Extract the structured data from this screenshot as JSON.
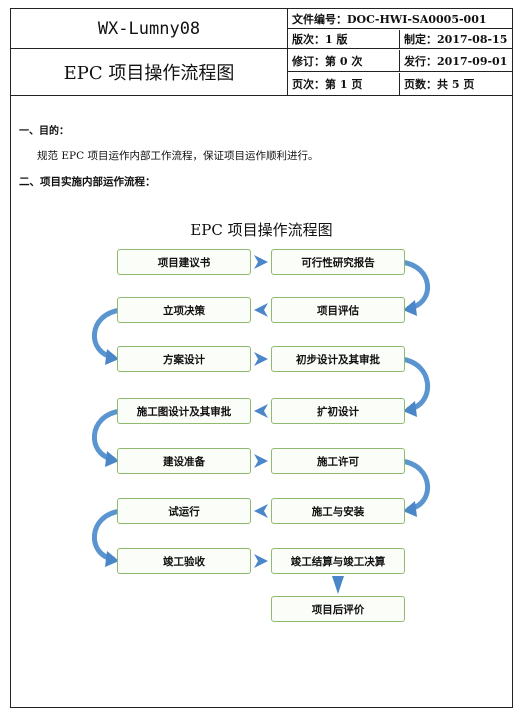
{
  "header": {
    "company": "WX-Lumny08",
    "doc_title": "EPC 项目操作流程图",
    "file_no": "文件编号：DOC-HWI-SA0005-001",
    "version": "版次：1 版",
    "made_date": "制定：2017-08-15",
    "revision": "修订：第 0 次",
    "issue_date": "发行：2017-09-01",
    "page_no": "页次：第 1 页",
    "page_count": "页数：共 5 页"
  },
  "body": {
    "section1_heading": "一、目的：",
    "section1_text": "规范 EPC 项目运作内部工作流程，保证项目运作顺利进行。",
    "section2_heading": "二、项目实施内部运作流程："
  },
  "flowchart": {
    "title": "EPC 项目操作流程图",
    "steps": [
      "项目建议书",
      "可行性研究报告",
      "项目评估",
      "立项决策",
      "方案设计",
      "初步设计及其审批",
      "扩初设计",
      "施工图设计及其审批",
      "建设准备",
      "施工许可",
      "施工与安装",
      "试运行",
      "竣工验收",
      "竣工结算与竣工决算",
      "项目后评价"
    ],
    "colors": {
      "box_border": "#8fbb6e",
      "arrow": "#4a86c8",
      "curve": "#5b95d0"
    }
  }
}
